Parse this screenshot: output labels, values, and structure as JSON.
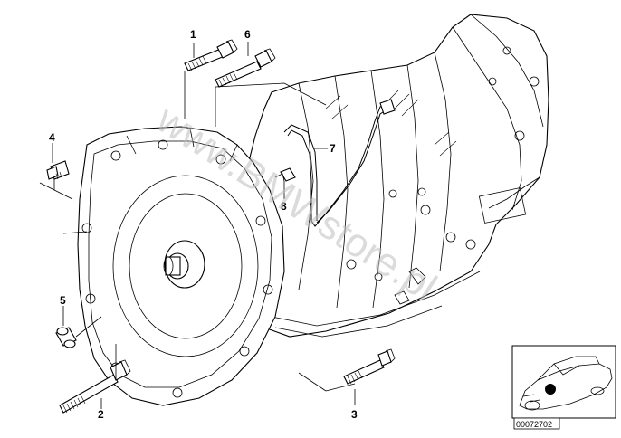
{
  "watermark": "www.BMWstore.pl",
  "callouts": {
    "c1": "1",
    "c2": "2",
    "c3": "3",
    "c4": "4",
    "c5": "5",
    "c6": "6",
    "c7": "7",
    "c8": "8"
  },
  "thumbnail": {
    "diagram_number": "00072702"
  }
}
